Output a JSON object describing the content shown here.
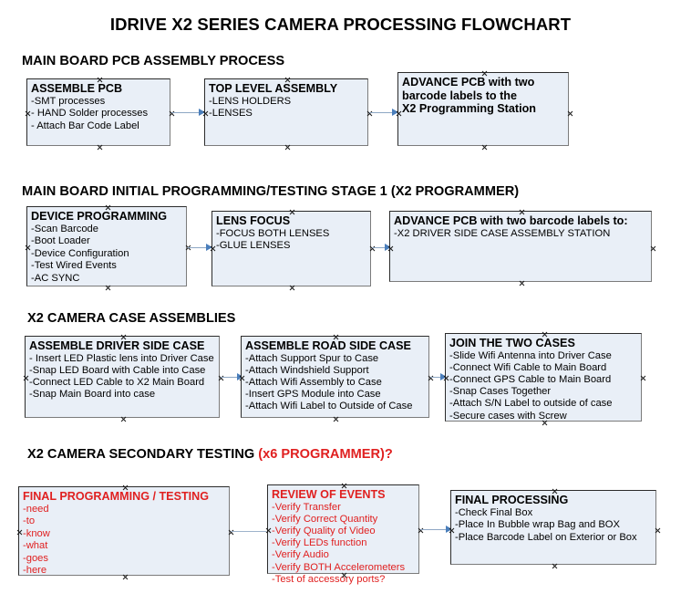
{
  "document": {
    "title": "IDRIVE X2  SERIES CAMERA PROCESSING FLOWCHART"
  },
  "colors": {
    "box_fill": "#e9eff7",
    "box_border": "#2b2b2b",
    "connector": "#8ea7c4",
    "arrow_head": "#4a7ebb",
    "text": "#000000",
    "accent_red": "#e02020"
  },
  "sections": [
    {
      "id": "main-board-pcb-assembly",
      "title": "MAIN BOARD PCB ASSEMBLY PROCESS",
      "title_accent": "",
      "nodes": [
        {
          "id": "assemble-pcb",
          "heading": "ASSEMBLE PCB",
          "lines": [
            "-SMT processes",
            "- HAND Solder processes",
            "- Attach Bar Code Label"
          ]
        },
        {
          "id": "top-level-assembly",
          "heading": "TOP LEVEL ASSEMBLY",
          "lines": [
            "-LENS HOLDERS",
            "-LENSES"
          ]
        },
        {
          "id": "advance-pcb-programming-station",
          "heading": "ADVANCE PCB with two",
          "lines": [
            "barcode labels to the",
            " X2 Programming Station"
          ]
        }
      ]
    },
    {
      "id": "main-board-initial-programming",
      "title": "MAIN BOARD INITIAL PROGRAMMING/TESTING STAGE 1 (X2 PROGRAMMER)",
      "title_accent": "",
      "nodes": [
        {
          "id": "device-programming",
          "heading": "DEVICE PROGRAMMING",
          "lines": [
            "-Scan Barcode",
            "-Boot Loader",
            "-Device Configuration",
            "-Test Wired Events",
            "-AC SYNC"
          ]
        },
        {
          "id": "lens-focus",
          "heading": "LENS FOCUS",
          "lines": [
            "-FOCUS BOTH LENSES",
            "-GLUE LENSES"
          ]
        },
        {
          "id": "advance-pcb-driver-side-case",
          "heading": "ADVANCE PCB with two barcode labels to:",
          "lines": [
            "-X2 DRIVER  SIDE  CASE  ASSEMBLY STATION"
          ]
        }
      ]
    },
    {
      "id": "x2-camera-case-assemblies",
      "title": "X2 CAMERA CASE ASSEMBLIES",
      "title_accent": "",
      "nodes": [
        {
          "id": "assemble-driver-side-case",
          "heading": "ASSEMBLE DRIVER SIDE CASE",
          "lines": [
            "- Insert LED Plastic lens into Driver Case",
            "-Snap LED Board with Cable into Case",
            "-Connect LED Cable to X2 Main Board",
            "-Snap Main Board into case"
          ]
        },
        {
          "id": "assemble-road-side-case",
          "heading": "ASSEMBLE ROAD SIDE CASE",
          "lines": [
            "-Attach Support Spur to Case",
            "-Attach Windshield Support",
            "-Attach Wifi Assembly to Case",
            "-Insert GPS Module into Case",
            "-Attach Wifi Label to Outside of Case"
          ]
        },
        {
          "id": "join-the-two-cases",
          "heading": "JOIN THE TWO CASES",
          "lines": [
            "-Slide Wifi Antenna into Driver Case",
            "-Connect Wifi Cable to Main Board",
            "-Connect GPS Cable to Main Board",
            "-Snap Cases Together",
            "-Attach S/N Label to outside of case",
            "-Secure cases with Screw"
          ]
        }
      ]
    },
    {
      "id": "x2-camera-secondary-testing",
      "title": "X2 CAMERA SECONDARY TESTING ",
      "title_accent": "(x6 PROGRAMMER)?",
      "nodes": [
        {
          "id": "final-programming-testing",
          "heading": "FINAL PROGRAMMING / TESTING",
          "lines": [
            "-need",
            "-to",
            "-know",
            "-what",
            "-goes",
            "-here"
          ]
        },
        {
          "id": "review-of-events",
          "heading": "REVIEW OF EVENTS",
          "lines": [
            "-Verify Transfer",
            "-Verify Correct Quantity",
            "-Verify Quality of Video",
            "-Verify LEDs function",
            "-Verify Audio",
            "-Verify BOTH Accelerometers",
            "-Test of accessory ports?"
          ]
        },
        {
          "id": "final-processing",
          "heading": "FINAL PROCESSING",
          "lines": [
            " -Check Final Box",
            "-Place In Bubble wrap Bag and BOX",
            "-Place Barcode Label on Exterior or Box"
          ]
        }
      ]
    }
  ]
}
